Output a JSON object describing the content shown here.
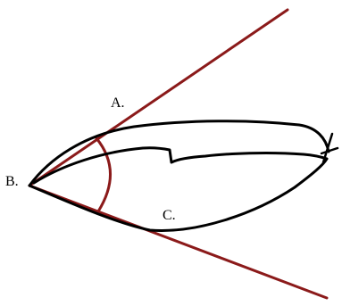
{
  "labels": {
    "a": "A.",
    "b": "B.",
    "c": "C."
  },
  "colors": {
    "rays": "#8b1a1a",
    "arc": "#8b1a1a",
    "outline": "#000000",
    "background": "#ffffff"
  }
}
